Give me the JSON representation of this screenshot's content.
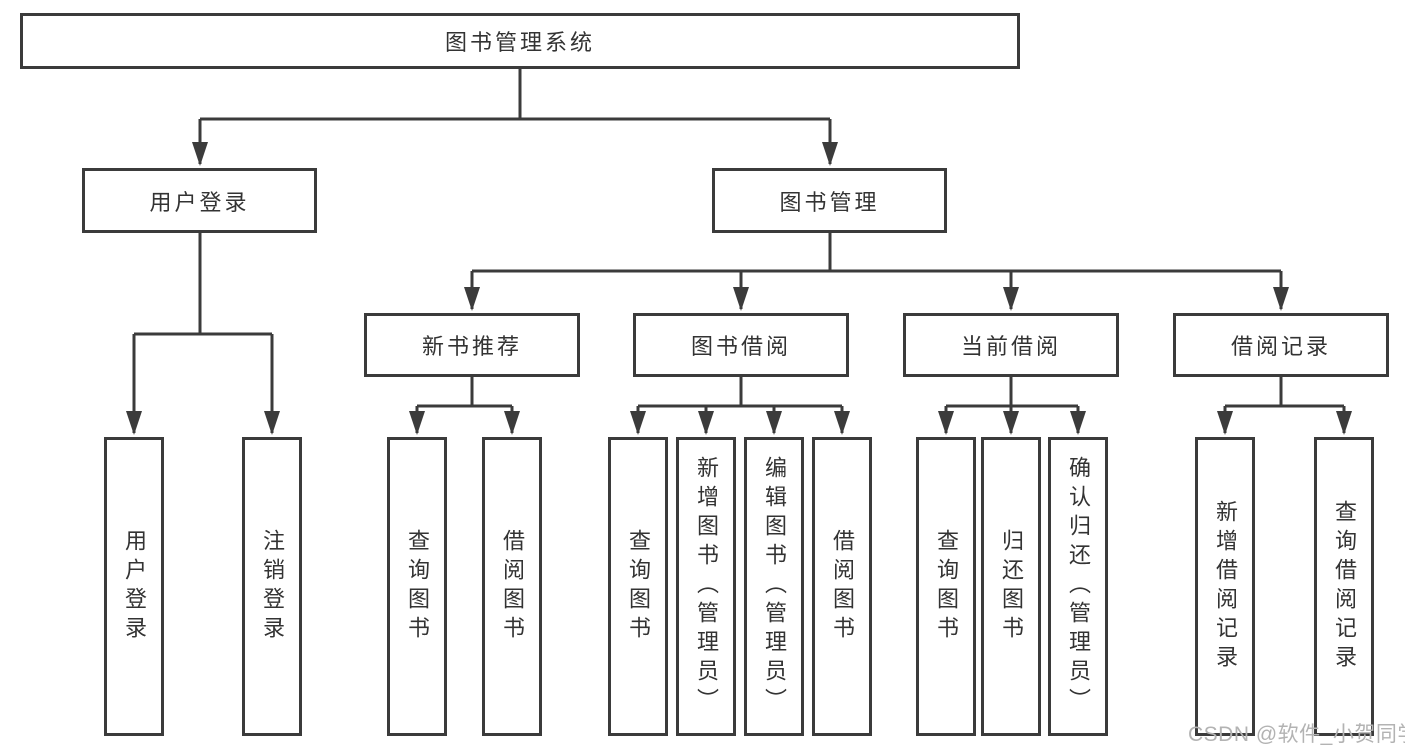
{
  "diagram_type": "feature-tree",
  "tree": {
    "root": {
      "label": "图书管理系统",
      "children": [
        {
          "label": "用户登录",
          "children": [
            {
              "label": "用户登录"
            },
            {
              "label": "注销登录"
            }
          ]
        },
        {
          "label": "图书管理",
          "children": [
            {
              "label": "新书推荐",
              "children": [
                {
                  "label": "查询图书"
                },
                {
                  "label": "借阅图书"
                }
              ]
            },
            {
              "label": "图书借阅",
              "children": [
                {
                  "label": "查询图书"
                },
                {
                  "label": "新增图书（管理员）"
                },
                {
                  "label": "编辑图书（管理员）"
                },
                {
                  "label": "借阅图书"
                }
              ]
            },
            {
              "label": "当前借阅",
              "children": [
                {
                  "label": "查询图书"
                },
                {
                  "label": "归还图书"
                },
                {
                  "label": "确认归还（管理员）"
                }
              ]
            },
            {
              "label": "借阅记录",
              "children": [
                {
                  "label": "新增借阅记录"
                },
                {
                  "label": "查询借阅记录"
                }
              ]
            }
          ]
        }
      ]
    }
  },
  "watermark": {
    "text": "CSDN @软件_小贺同学"
  },
  "colors": {
    "line": "#3b3b3b",
    "box_border": "#3b3b3b",
    "text": "#333333",
    "watermark": "#b3b3b3",
    "background": "#ffffff"
  }
}
